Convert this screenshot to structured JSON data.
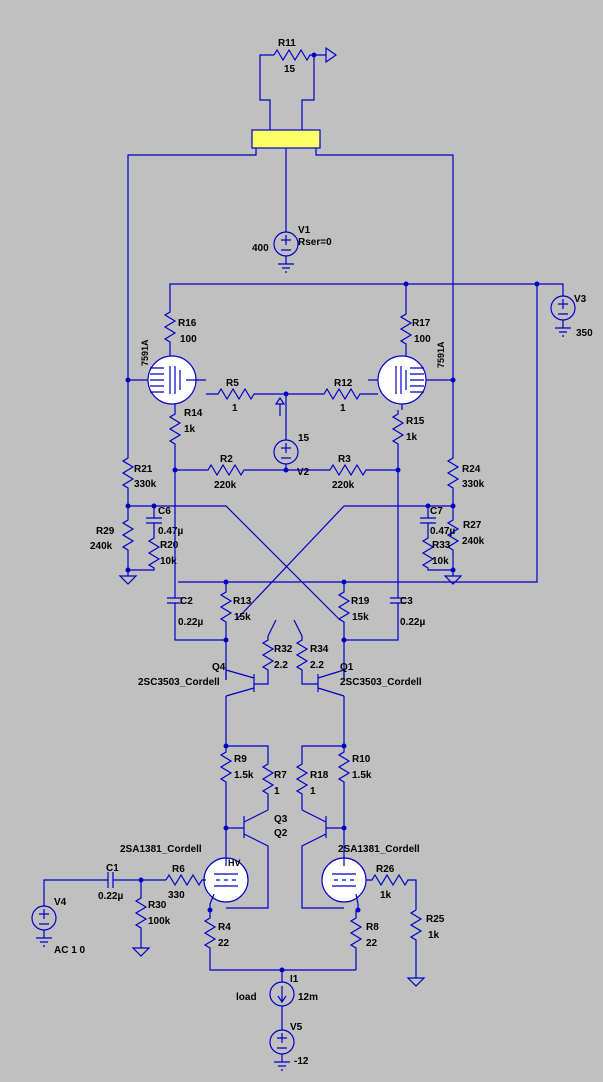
{
  "R11": {
    "name": "R11",
    "value": "15"
  },
  "V1": {
    "name": "V1",
    "value": "400",
    "param": "Rser=0"
  },
  "V3": {
    "name": "V3",
    "value": "350"
  },
  "V2": {
    "name": "V2",
    "value": "15"
  },
  "R16": {
    "name": "R16",
    "value": "100"
  },
  "R17": {
    "name": "R17",
    "value": "100"
  },
  "T_left": {
    "model": "7591A"
  },
  "T_right": {
    "model": "7591A"
  },
  "R5": {
    "name": "R5",
    "value": "1"
  },
  "R12": {
    "name": "R12",
    "value": "1"
  },
  "R14": {
    "name": "R14",
    "value": "1k"
  },
  "R15": {
    "name": "R15",
    "value": "1k"
  },
  "R2": {
    "name": "R2",
    "value": "220k"
  },
  "R3": {
    "name": "R3",
    "value": "220k"
  },
  "R21": {
    "name": "R21",
    "value": "330k"
  },
  "R24": {
    "name": "R24",
    "value": "330k"
  },
  "R29": {
    "name": "R29",
    "value": "240k"
  },
  "R27": {
    "name": "R27",
    "value": "240k"
  },
  "C6": {
    "name": "C6",
    "value": "0.47µ"
  },
  "C7": {
    "name": "C7",
    "value": "0.47µ"
  },
  "R20": {
    "name": "R20",
    "value": "10k"
  },
  "R33": {
    "name": "R33",
    "value": "10k"
  },
  "C2": {
    "name": "C2",
    "value": "0.22µ"
  },
  "C3": {
    "name": "C3",
    "value": "0.22µ"
  },
  "R13": {
    "name": "R13",
    "value": "15k"
  },
  "R19": {
    "name": "R19",
    "value": "15k"
  },
  "R32": {
    "name": "R32",
    "value": "2.2"
  },
  "R34": {
    "name": "R34",
    "value": "2.2"
  },
  "Q4": {
    "name": "Q4",
    "model": "2SC3503_Cordell"
  },
  "Q1": {
    "name": "Q1",
    "model": "2SC3503_Cordell"
  },
  "R9": {
    "name": "R9",
    "value": "1.5k"
  },
  "R10": {
    "name": "R10",
    "value": "1.5k"
  },
  "R7": {
    "name": "R7",
    "value": "1"
  },
  "R18": {
    "name": "R18",
    "value": "1"
  },
  "Q3": {
    "name": "Q3"
  },
  "Q2": {
    "name": "Q2"
  },
  "Q3m": {
    "model": "2SA1381_Cordell"
  },
  "Q2m": {
    "model": "2SA1381_Cordell"
  },
  "C1": {
    "name": "C1",
    "value": "0.22µ"
  },
  "R6": {
    "name": "R6",
    "value": "330"
  },
  "R26": {
    "name": "R26",
    "value": "1k"
  },
  "R30": {
    "name": "R30",
    "value": "100k"
  },
  "R25": {
    "name": "R25",
    "value": "1k"
  },
  "V4": {
    "name": "V4",
    "value": "AC 1 0"
  },
  "R4": {
    "name": "R4",
    "value": "22"
  },
  "R8": {
    "name": "R8",
    "value": "22"
  },
  "I1": {
    "name": "I1",
    "value": "12m",
    "param": "load"
  },
  "V5": {
    "name": "V5",
    "value": "-12"
  }
}
